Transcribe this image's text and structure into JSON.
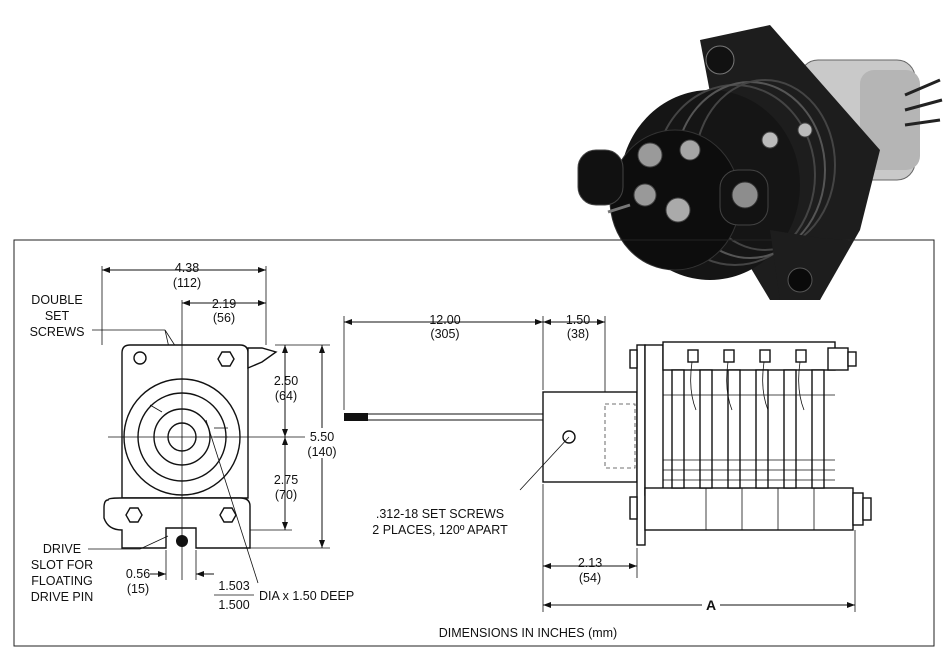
{
  "front_view": {
    "width_overall": "4.38",
    "width_overall_mm": "(112)",
    "half_width": "2.19",
    "half_width_mm": "(56)",
    "set_screws_label": [
      "DOUBLE",
      "SET",
      "SCREWS"
    ],
    "upper_height": "2.50",
    "upper_height_mm": "(64)",
    "lower_height": "2.75",
    "lower_height_mm": "(70)",
    "total_height": "5.50",
    "total_height_mm": "(140)",
    "drive_slot_label": [
      "DRIVE",
      "SLOT FOR",
      "FLOATING",
      "DRIVE PIN"
    ],
    "slot_width": "0.56",
    "slot_width_mm": "(15)",
    "bore_max": "1.503",
    "bore_min": "1.500",
    "bore_depth": "DIA x 1.50 DEEP"
  },
  "side_view": {
    "shaft_length": "12.00",
    "shaft_length_mm": "(305)",
    "hub_length": "1.50",
    "hub_length_mm": "(38)",
    "set_screw_note": [
      ".312-18 SET SCREWS",
      "2 PLACES, 120º APART"
    ],
    "mount_offset": "2.13",
    "mount_offset_mm": "(54)",
    "overall_length": "A"
  },
  "footer": {
    "units_note": "DIMENSIONS IN INCHES (mm)"
  }
}
